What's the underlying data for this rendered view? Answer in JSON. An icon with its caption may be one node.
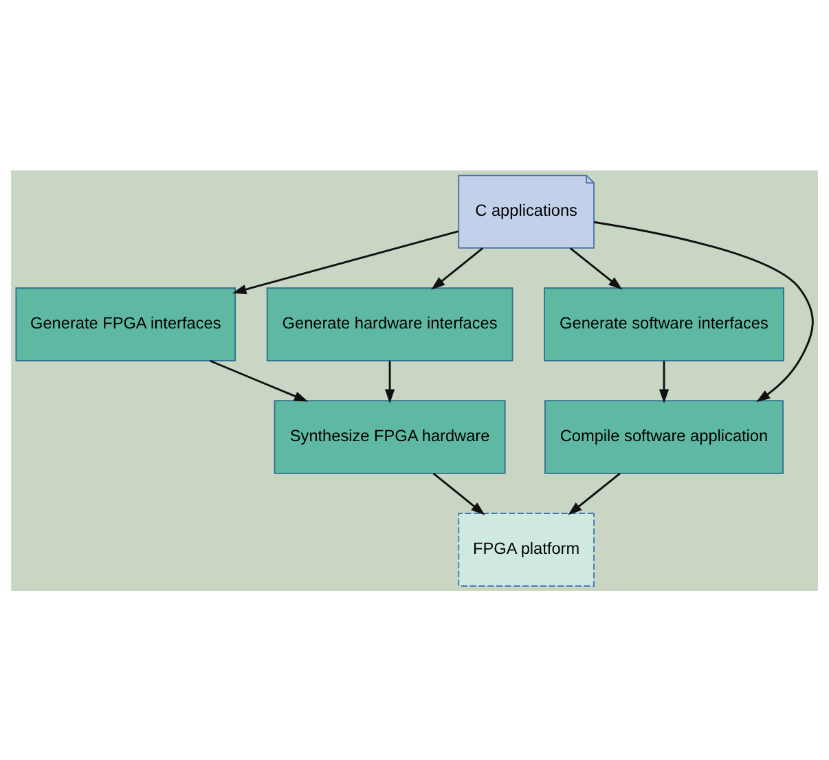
{
  "diagram": {
    "nodes": [
      {
        "text": [
          "C applications"
        ]
      },
      {
        "text": [
          "Generate FPGA interfaces"
        ]
      },
      {
        "text": [
          "Generate hardware interfaces"
        ]
      },
      {
        "text": [
          "Generate software interfaces"
        ]
      },
      {
        "text": [
          "Synthesize FPGA hardware"
        ]
      },
      {
        "text": [
          "Compile software application"
        ]
      },
      {
        "text": [
          "FPGA platform"
        ]
      }
    ],
    "edges": [
      {
        "from": 0,
        "to": 1,
        "arrow": "to"
      },
      {
        "from": 0,
        "to": 2,
        "arrow": "to"
      },
      {
        "from": 0,
        "to": 5,
        "arrow": "to"
      },
      {
        "from": 0,
        "to": 3,
        "arrow": "to"
      },
      {
        "from": 1,
        "to": 4,
        "arrow": "to"
      },
      {
        "from": 2,
        "to": 4,
        "arrow": "to"
      },
      {
        "from": 3,
        "to": 5,
        "arrow": "to"
      },
      {
        "from": 4,
        "to": 6,
        "arrow": "to"
      },
      {
        "from": 5,
        "to": 6,
        "arrow": "to"
      }
    ]
  }
}
